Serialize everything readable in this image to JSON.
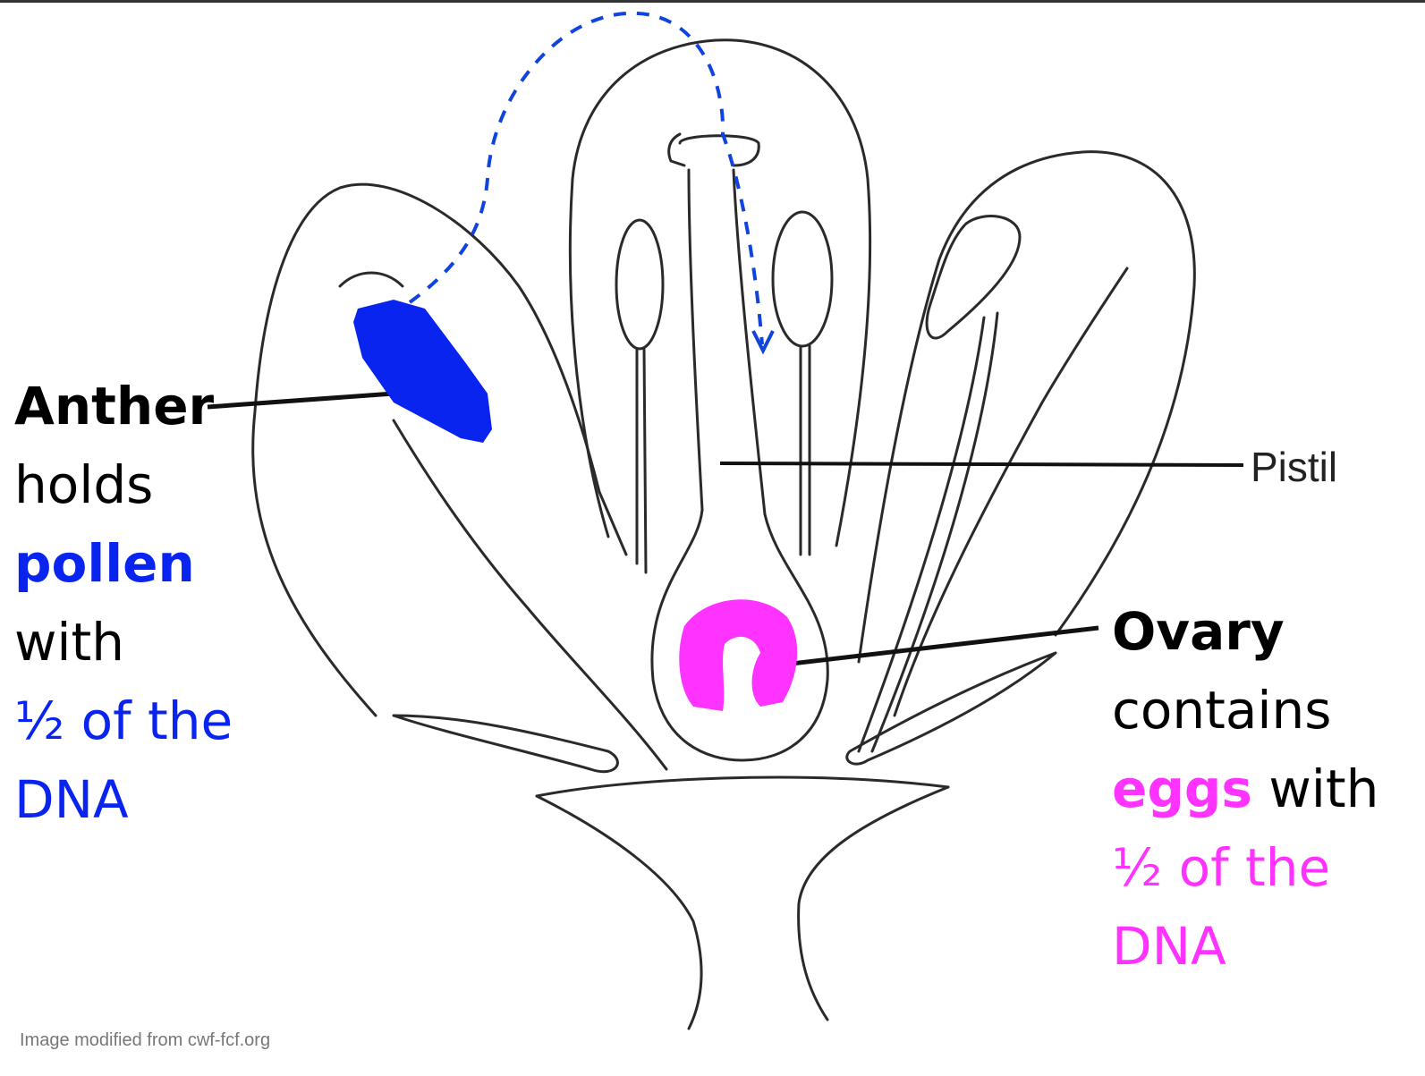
{
  "labels": {
    "pistil": "Pistil",
    "credit": "Image modified from cwf-fcf.org"
  },
  "anther": {
    "title": "Anther",
    "line2": "holds",
    "highlight": "pollen",
    "line4": "with",
    "line5": "½ of the",
    "line6": "DNA"
  },
  "ovary": {
    "title": "Ovary",
    "line2": "contains",
    "highlight": "eggs",
    "after_highlight": " with",
    "line4": "½ of the",
    "line5": "DNA"
  },
  "colors": {
    "pollen": "#0a24f0",
    "eggs": "#ff33ff",
    "arrow": "#1144dd"
  }
}
